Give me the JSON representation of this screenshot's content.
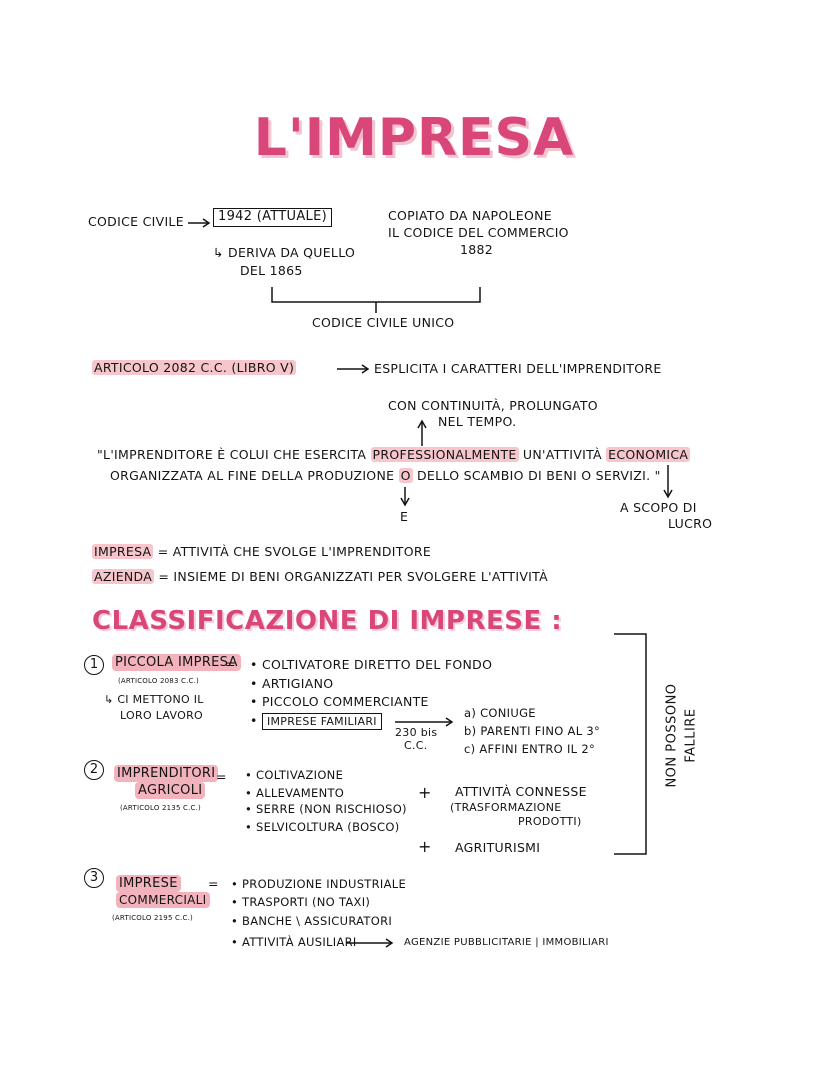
{
  "title": "L'IMPRESA",
  "codice": {
    "codice_civile": "CODICE CIVILE",
    "anno_attuale": "1942 (ATTUALE)",
    "deriva": "↳ DERIVA DA QUELLO",
    "del_1865": "DEL 1865",
    "copiato_1": "COPIATO DA NAPOLEONE",
    "copiato_2": "IL CODICE DEL COMMERCIO",
    "copiato_3": "1882",
    "unico": "CODICE CIVILE UNICO"
  },
  "articolo": {
    "ref": "ARTICOLO 2082 C.C. (LIBRO V)",
    "esplicita": "ESPLICITA I CARATTERI DELL'IMPRENDITORE",
    "continuita_1": "CON CONTINUITÀ, PROLUNGATO",
    "continuita_2": "NEL TEMPO.",
    "quote_1_a": "\"L'IMPRENDITORE È COLUI CHE ESERCITA ",
    "quote_1_b": "PROFESSIONALMENTE",
    "quote_1_c": " UN'ATTIVITÀ ",
    "quote_1_d": "ECONOMICA",
    "quote_2_a": "ORGANIZZATA AL FINE DELLA PRODUZIONE ",
    "quote_2_b": "O",
    "quote_2_c": " DELLO SCAMBIO DI BENI O SERVIZI. \"",
    "e_note": "E",
    "scopo_1": "A SCOPO DI",
    "scopo_2": "LUCRO"
  },
  "definizioni": {
    "impresa_term": "IMPRESA",
    "impresa_def": " = ATTIVITÀ CHE SVOLGE L'IMPRENDITORE",
    "azienda_term": "AZIENDA",
    "azienda_def": " = INSIEME DI BENI ORGANIZZATI PER SVOLGERE L'ATTIVITÀ"
  },
  "classificazione": {
    "heading": "CLASSIFICAZIONE DI IMPRESE :",
    "non_possono": "NON POSSONO",
    "fallire": "FALLIRE",
    "piccola": {
      "num": "1",
      "title": "PICCOLA IMPRESA",
      "eq": "=",
      "ref": "(ARTICOLO 2083 C.C.)",
      "note_1": "↳ CI METTONO IL",
      "note_2": "LORO LAVORO",
      "items": [
        "• COLTIVATORE DIRETTO DEL FONDO",
        "• ARTIGIANO",
        "• PICCOLO COMMERCIANTE",
        "• "
      ],
      "familiari": "IMPRESE FAMILIARI",
      "art_230_1": "230 bis",
      "art_230_2": "C.C.",
      "familiari_list": [
        "a) CONIUGE",
        "b) PARENTI FINO AL 3°",
        "c) AFFINI ENTRO IL 2°"
      ]
    },
    "agricoli": {
      "num": "2",
      "title_1": "IMPRENDITORI",
      "title_2": "AGRICOLI",
      "eq": "=",
      "ref": "(ARTICOLO 2135 C.C.)",
      "items": [
        "• COLTIVAZIONE",
        "• ALLEVAMENTO",
        "• SERRE (NON RISCHIOSO)",
        "• SELVICOLTURA (BOSCO)"
      ],
      "plus_1": "+",
      "connesse_1": "ATTIVITÀ CONNESSE",
      "connesse_2": "(TRASFORMAZIONE",
      "connesse_3": "PRODOTTI)",
      "plus_2": "+",
      "agriturismi": "AGRITURISMI"
    },
    "commerciali": {
      "num": "3",
      "title_1": "IMPRESE",
      "title_2": "COMMERCIALI",
      "eq": "=",
      "ref": "(ARTICOLO 2195 C.C.)",
      "items": [
        "• PRODUZIONE INDUSTRIALE",
        "• TRASPORTI (NO TAXI)",
        "• BANCHE \\ ASSICURATORI",
        "• ATTIVITÀ AUSILIARI"
      ],
      "ausiliari": "AGENZIE PUBBLICITARIE | IMMOBILIARI"
    }
  }
}
